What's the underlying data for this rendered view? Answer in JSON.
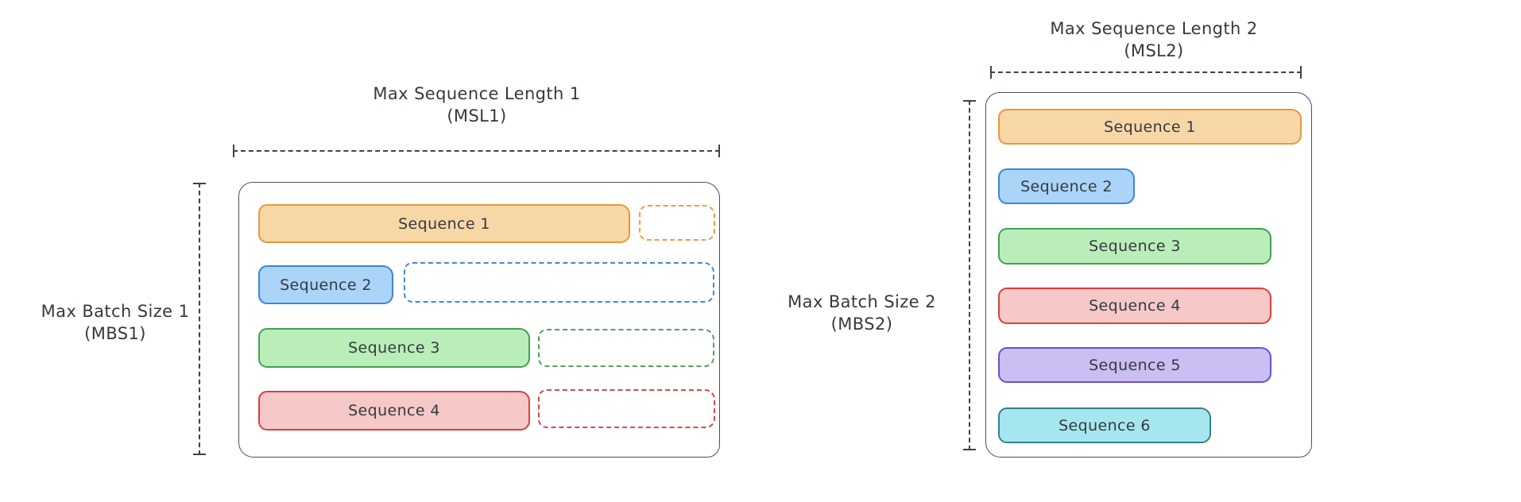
{
  "diagram": {
    "background_color": "#ffffff",
    "text_color": "#343a40",
    "line_color": "#3d4249"
  },
  "panels": [
    {
      "title": "Max Sequence Length 1",
      "title_abbrev": "(MSL1)",
      "batch_label": "Max Batch Size 1",
      "batch_abbrev": "(MBS1)",
      "sequences": [
        {
          "label": "Sequence 1",
          "color_name": "orange",
          "fill": "#f8d7a6",
          "stroke": "#e8973f",
          "padding_box": true
        },
        {
          "label": "Sequence 2",
          "color_name": "blue",
          "fill": "#aad4f8",
          "stroke": "#3d85d8",
          "padding_box": true
        },
        {
          "label": "Sequence 3",
          "color_name": "green",
          "fill": "#baeeb8",
          "stroke": "#41a054",
          "padding_box": true
        },
        {
          "label": "Sequence 4",
          "color_name": "red",
          "fill": "#f6c8c8",
          "stroke": "#d94040",
          "padding_box": true
        }
      ]
    },
    {
      "title": "Max Sequence Length 2",
      "title_abbrev": "(MSL2)",
      "batch_label": "Max Batch Size 2",
      "batch_abbrev": "(MBS2)",
      "sequences": [
        {
          "label": "Sequence 1",
          "color_name": "orange",
          "fill": "#f8d7a6",
          "stroke": "#e8973f",
          "padding_box": false
        },
        {
          "label": "Sequence 2",
          "color_name": "blue",
          "fill": "#aad4f8",
          "stroke": "#3d85d8",
          "padding_box": false
        },
        {
          "label": "Sequence 3",
          "color_name": "green",
          "fill": "#baeeb8",
          "stroke": "#41a054",
          "padding_box": false
        },
        {
          "label": "Sequence 4",
          "color_name": "red",
          "fill": "#f6c8c8",
          "stroke": "#d94040",
          "padding_box": false
        },
        {
          "label": "Sequence 5",
          "color_name": "purple",
          "fill": "#cabef2",
          "stroke": "#6a4fd6",
          "padding_box": false
        },
        {
          "label": "Sequence 6",
          "color_name": "cyan",
          "fill": "#a6e7ef",
          "stroke": "#35818f",
          "padding_box": false
        }
      ]
    }
  ]
}
